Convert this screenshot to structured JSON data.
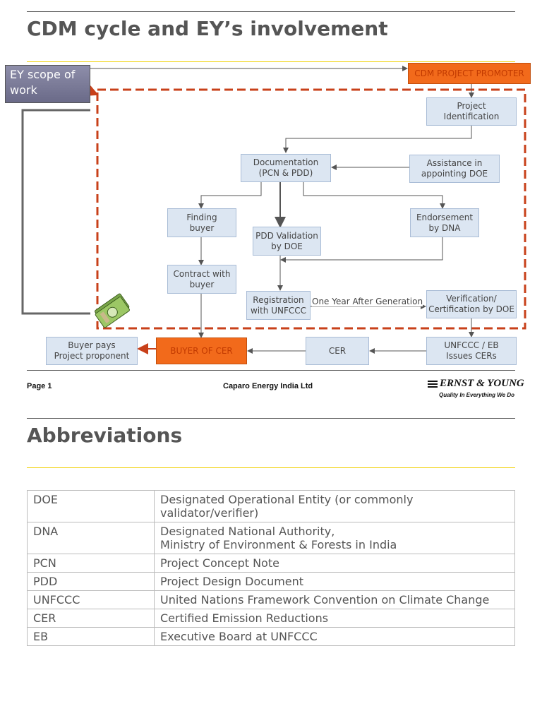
{
  "slide1": {
    "title": "CDM cycle and EY’s involvement",
    "scope_label": "EY scope of work",
    "nodes": {
      "promoter": "CDM PROJECT PROMOTER",
      "identification": "Project\nIdentification",
      "assistance": "Assistance in\nappointing DOE",
      "documentation": "Documentation\n(PCN & PDD)",
      "finding_buyer": "Finding\nbuyer",
      "pdd_validation": "PDD Validation\nby DOE",
      "endorsement": "Endorsement\nby DNA",
      "contract": "Contract with\nbuyer",
      "registration": "Registration\nwith UNFCCC",
      "verification": "Verification/\nCertification by DOE",
      "unfccc_eb": "UNFCCC / EB\nIssues CERs",
      "cer": "CER",
      "buyer_of_cer": "BUYER OF CER",
      "buyer_pays": "Buyer pays\nProject proponent"
    },
    "edge_label": "One Year After Generation",
    "footer": {
      "page": "Page 1",
      "company": "Caparo Energy India Ltd",
      "logo_text": "ERNST & YOUNG",
      "tagline": "Quality In Everything We Do"
    },
    "colors": {
      "orange": "#f26a1b",
      "dashed_red": "#c8401a",
      "box_fill": "#dce6f2"
    }
  },
  "slide2": {
    "title": "Abbreviations",
    "rows": [
      {
        "abbr": "DOE",
        "full": "Designated Operational Entity (or commonly\nvalidator/verifier)"
      },
      {
        "abbr": "DNA",
        "full": "Designated National Authority,\nMinistry of Environment & Forests in India"
      },
      {
        "abbr": "PCN",
        "full": "Project Concept Note"
      },
      {
        "abbr": "PDD",
        "full": "Project Design Document"
      },
      {
        "abbr": "UNFCCC",
        "full": "United Nations Framework Convention on Climate Change"
      },
      {
        "abbr": "CER",
        "full": "Certified Emission Reductions"
      },
      {
        "abbr": "EB",
        "full": "Executive Board at UNFCCC"
      }
    ]
  }
}
